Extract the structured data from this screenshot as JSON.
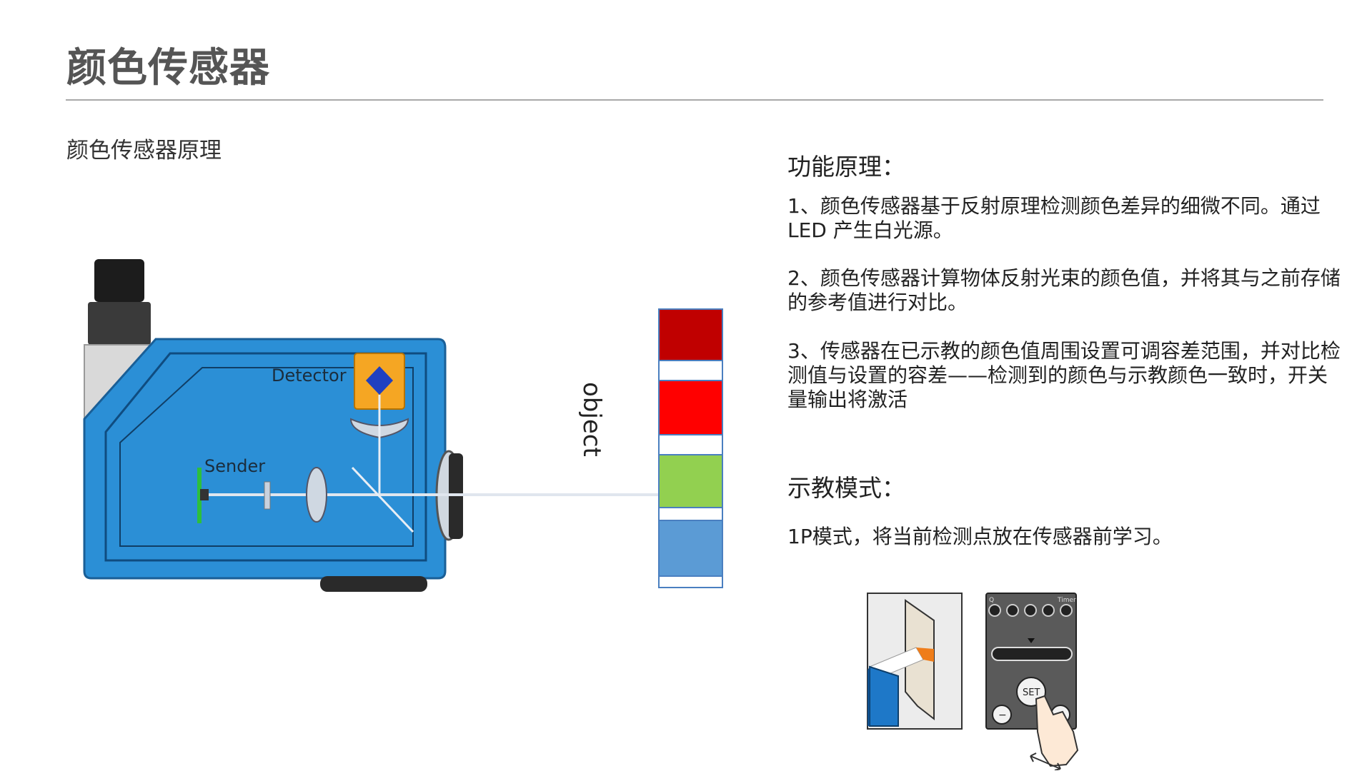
{
  "header": {
    "title": "颜色传感器"
  },
  "left": {
    "subtitle": "颜色传感器原理"
  },
  "diagram": {
    "detector_label": "Detector",
    "sender_label": "Sender",
    "object_label": "object",
    "swatches": [
      {
        "color": "#c00000"
      },
      {
        "color": "#ff0000"
      },
      {
        "color": "#92d050"
      },
      {
        "color": "#5b9bd5"
      }
    ]
  },
  "right": {
    "heading_principle": "功能原理：",
    "p1_line1": "1、颜色传感器基于反射原理检测颜色差异的细微不同。通过",
    "p1_line2": "LED 产生白光源。",
    "p2_line1": "2、颜色传感器计算物体反射光束的颜色值，并将其与之前存储",
    "p2_line2": "的参考值进行对比。",
    "p3_line1": "3、传感器在已示教的颜色值周围设置可调容差范围，并对比检",
    "p3_line2": "测值与设置的容差——检测到的颜色与示教颜色一致时，开关",
    "p3_line3": "量输出将激活",
    "heading_teach": "示教模式：",
    "p4": "1P模式，将当前检测点放在传感器前学习。"
  },
  "panel": {
    "q_label": "Q",
    "timer_label": "Timer",
    "set_label": "SET",
    "minus_label": "−",
    "plus_label": "+"
  },
  "colors": {
    "sensor_body": "#2b8fd6",
    "detector_orange": "#f5a623",
    "title_gray": "#555555"
  }
}
